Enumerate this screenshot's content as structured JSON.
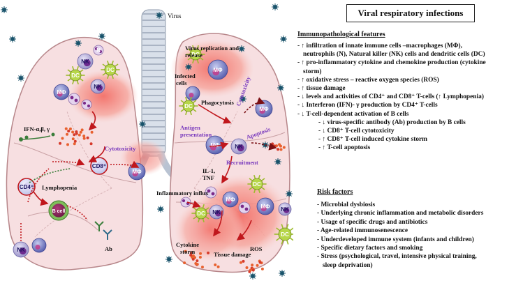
{
  "title": "Viral respiratory infections",
  "virus_label": "Virus",
  "features_heading": "Immunopathological features",
  "features": [
    "- ↑ infiltration of innate immune cells –macrophages (MΦ),",
    "neutrophils (N), Natural killer (NK) cells and dendritic cells (DC)",
    "- ↑ pro-inflammatory cytokine and chemokine production (cytokine",
    "storm)",
    "- ↑ oxidative stress – reactive oxygen species (ROS)",
    "- ↑ tissue damage",
    "- ↓ levels and activities of CD4⁺ and CD8⁺ T-cells (↑ Lymphopenia)",
    "- ↓ Interferon (IFN)- γ production by CD4⁺ T-cells",
    "- ↓ T-cell-dependent activation of B cells"
  ],
  "sub_features": [
    "- ↓ virus-specific antibody (Ab) production by B cells",
    "- ↓ CD8⁺ T-cell cytotoxicity",
    "- ↑ CD8⁺ T-cell induced cytokine storm",
    "- ↑ T-cell apoptosis"
  ],
  "risk_heading": "Risk factors",
  "risks": [
    "- Microbial dysbiosis",
    "- Underlying chronic inflammation and metabolic disorders",
    "- Usage of specific drugs and antibiotics",
    "- Age-related immunosenescence",
    "- Underdeveloped immune system (infants and children)",
    "- Specific dietary factors and smoking",
    "- Stress (psychological, travel, intensive physical training,",
    "sleep deprivation)"
  ],
  "diagram_labels": {
    "virus_replication": "Virus replication and",
    "release": "release",
    "infected": "Infected",
    "cells": "cells",
    "phagocytosis": "Phagocytosis",
    "antigen": "Antigen",
    "presentation": "presentation",
    "cytotoxicity_right": "Cytotoxicity",
    "apoptosis": "Apoptosis",
    "recruitment": "Recruitment",
    "il1": "IL-1,",
    "tnf": "TNF",
    "inflammatory_influx": "Inflammatory influx",
    "cytokine": "Cytokine",
    "storm": "storm",
    "ros": "ROS",
    "tissue_damage": "Tissue damage",
    "ifn": "IFN-α,β, γ",
    "lymphopenia": "Lymphopenia",
    "cytotoxicity_left": "Cytotoxicity",
    "ab": "Ab",
    "cd4": "CD4⁺",
    "cd8": "CD8⁺",
    "b_cell": "B cell"
  },
  "cell_labels": {
    "nk": "NK",
    "mphi": "MΦ",
    "dc": "DC",
    "n": "N"
  },
  "colors": {
    "lung_fill": "#f7dfe1",
    "lung_edge": "#b7868a",
    "inflamed": "#f39a93",
    "mphi_cell": "#7f86c7",
    "nk_cell": "#4b2b8a",
    "dc_cell": "#b7d64a",
    "virus": "#19536b",
    "trachea": "#cfd7e3",
    "arrow_red": "#c0171c"
  }
}
